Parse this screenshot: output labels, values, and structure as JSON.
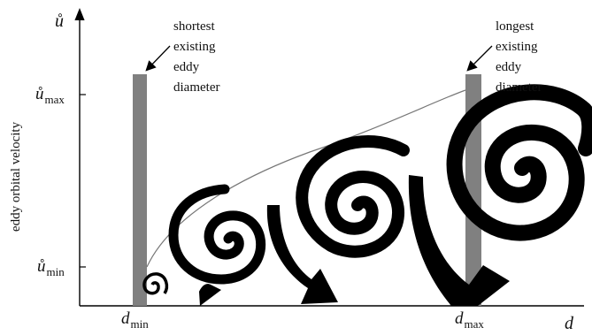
{
  "axes": {
    "y_symbol": "ů",
    "x_symbol": "d",
    "y_title": "eddy orbital velocity",
    "y_max_base": "ů",
    "y_max_sub": "max",
    "y_min_base": "ů",
    "y_min_sub": "min",
    "x_min_base": "d",
    "x_min_sub": "min",
    "x_max_base": "d",
    "x_max_sub": "max"
  },
  "annotations": {
    "shortest": [
      "shortest",
      "existing",
      "eddy",
      "diameter"
    ],
    "longest": [
      "longest",
      "existing",
      "eddy",
      "diameter"
    ]
  },
  "colors": {
    "bar": "#808080",
    "curve": "#777777",
    "spiral": "#000000",
    "axis": "#000000"
  }
}
